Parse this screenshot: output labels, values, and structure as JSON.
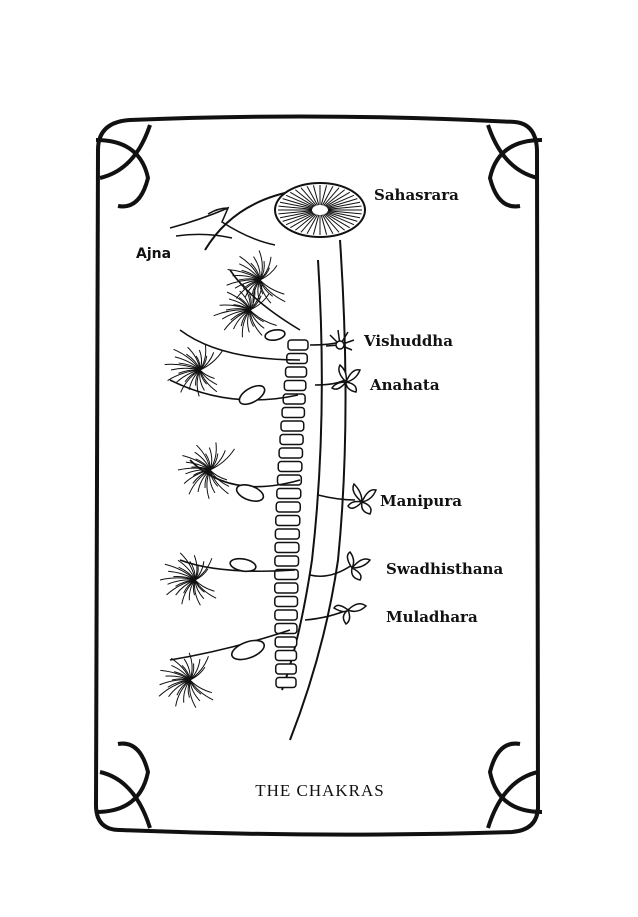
{
  "title": "THE CHAKRAS",
  "chakras": {
    "sahasrara": "Sahasrara",
    "ajna": "Ajna",
    "vishuddha": "Vishuddha",
    "anahata": "Anahata",
    "manipura": "Manipura",
    "swadhisthana": "Swadhisthana",
    "muladhara": "Muladhara"
  },
  "colors": {
    "ink": "#111111",
    "paper": "#ffffff"
  }
}
